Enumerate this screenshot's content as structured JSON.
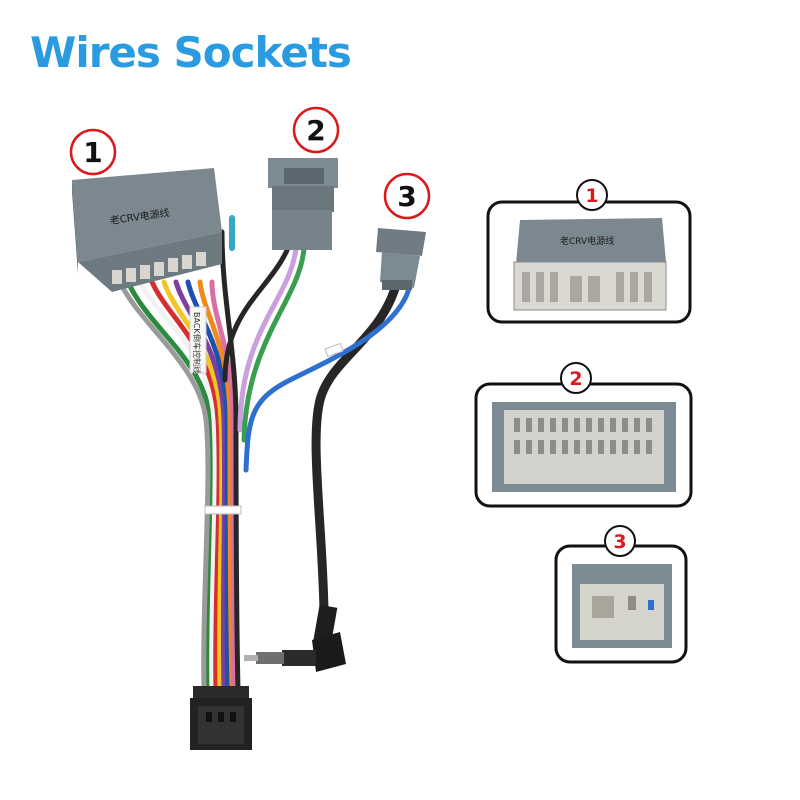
{
  "title": "Wires Sockets",
  "badges": {
    "harness_1": "1",
    "harness_2": "2",
    "harness_3": "3",
    "closeup_1": "1",
    "closeup_2": "2",
    "closeup_3": "3"
  },
  "labels": {
    "connector_1_sticker": "老CRV电源线",
    "closeup_1_sticker": "老CRV电源线",
    "wire_tag_line1": "BACK",
    "wire_tag_line2": "倒车控制线"
  },
  "colors": {
    "title": "#2a9be0",
    "badge_ring": "#d9191c",
    "connector_gray": "#7b8890",
    "connector_face": "#d9d8d2"
  }
}
